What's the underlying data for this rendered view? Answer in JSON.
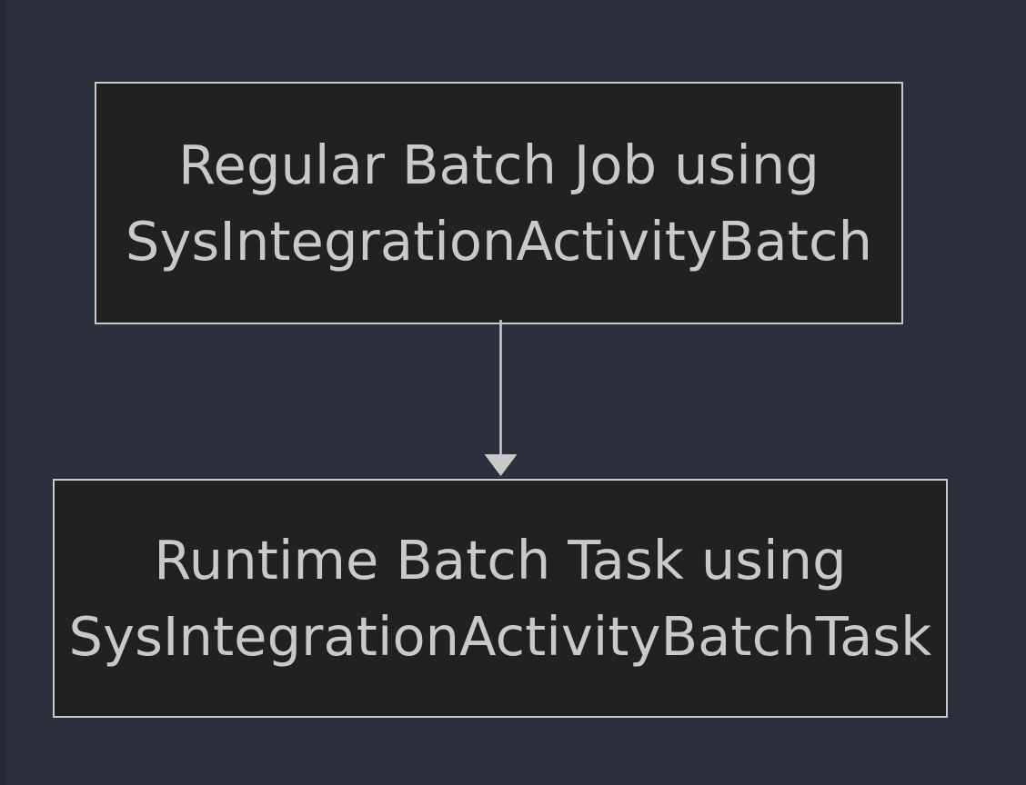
{
  "diagram": {
    "type": "flowchart",
    "orientation": "top-down",
    "background_color": "#2b303c",
    "node_fill_color": "#212121",
    "node_border_color": "#c9c9c9",
    "text_color": "#c9c9c9",
    "edge_color": "#c9c9c9",
    "nodes": [
      {
        "id": "regular-batch-job",
        "line1": "Regular Batch Job using",
        "line2": "SysIntegrationActivityBatch"
      },
      {
        "id": "runtime-batch-task",
        "line1": "Runtime Batch Task using",
        "line2": "SysIntegrationActivityBatchTask"
      }
    ],
    "edges": [
      {
        "id": "batch-to-task",
        "from": "regular-batch-job",
        "to": "runtime-batch-task",
        "label": "",
        "arrowhead": "filled-triangle",
        "direction": "down"
      }
    ]
  }
}
